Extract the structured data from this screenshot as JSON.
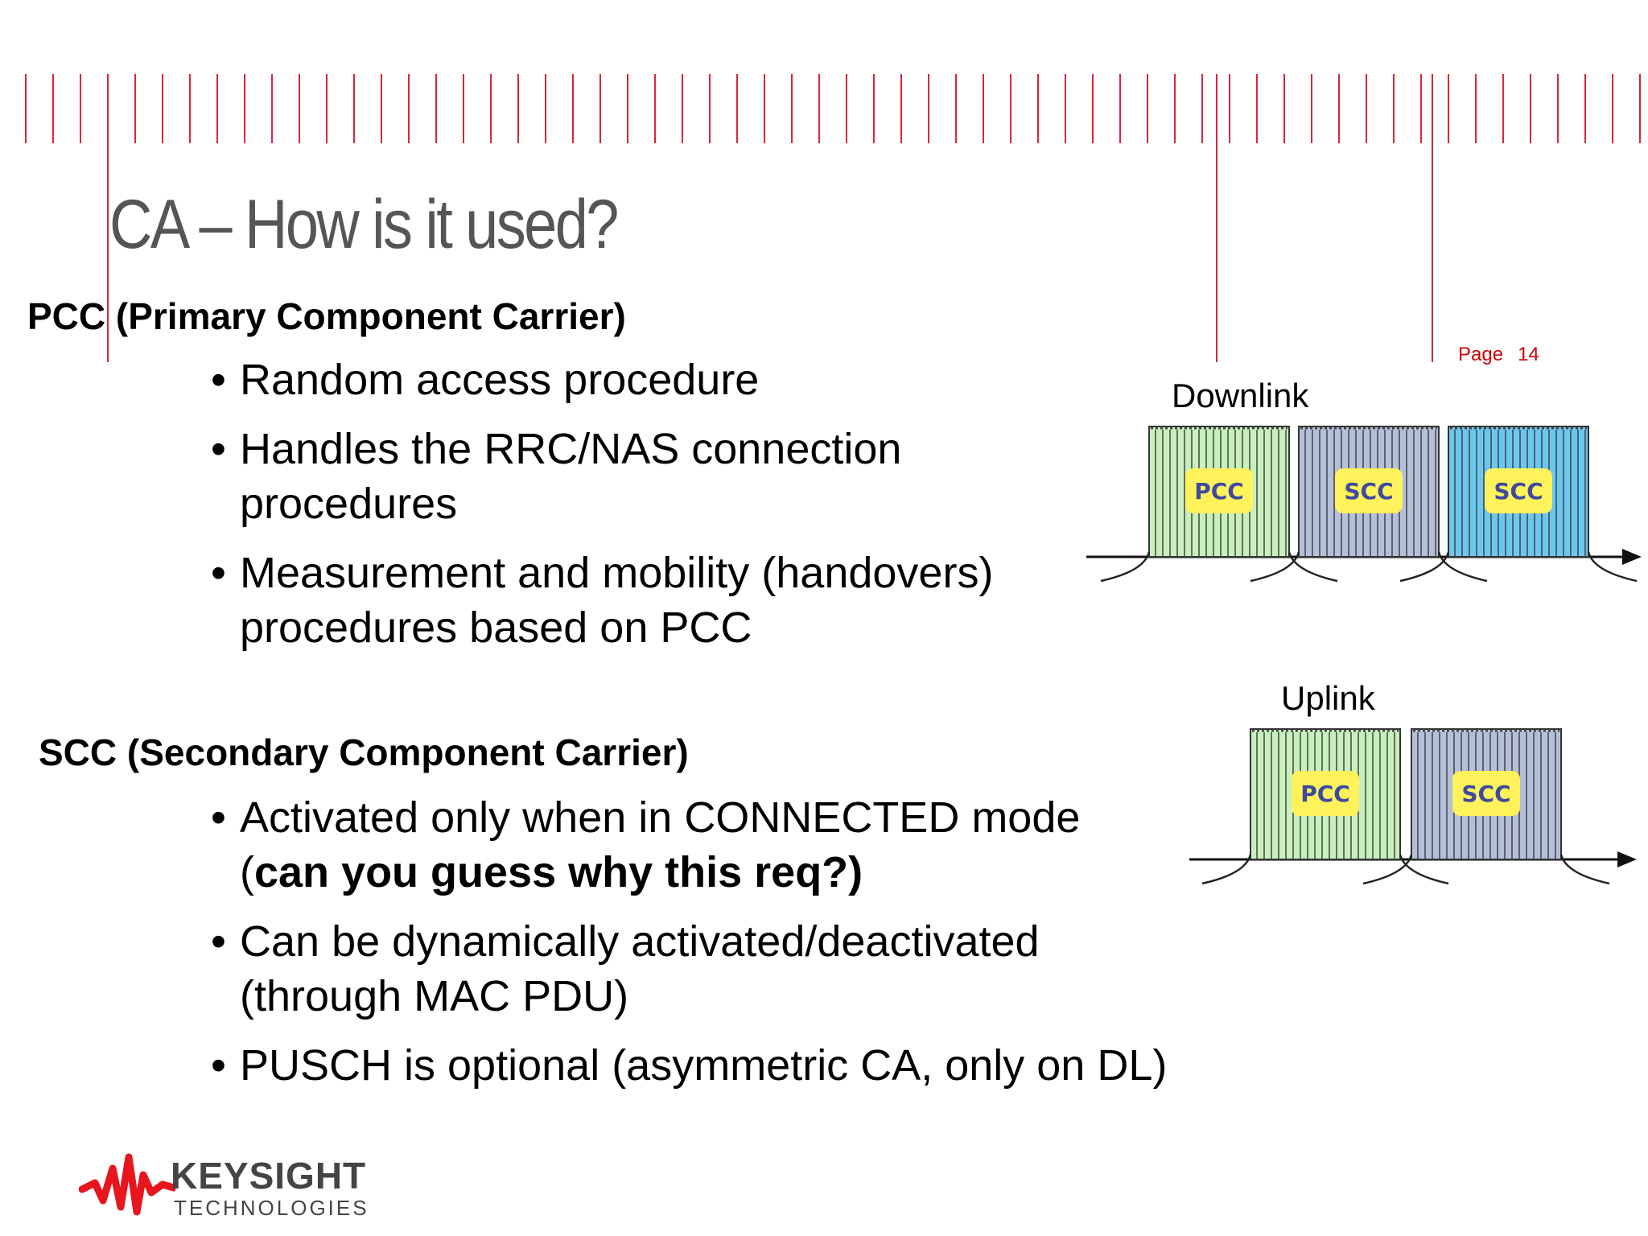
{
  "slide": {
    "title": "CA – How is it used?",
    "page_label": "Page",
    "page_number": "14"
  },
  "pcc": {
    "heading": "PCC (Primary Component Carrier)",
    "bullets": [
      "Random access procedure",
      "Handles the RRC/NAS connection procedures",
      "Measurement and mobility (handovers) procedures based on PCC"
    ]
  },
  "scc": {
    "heading": "SCC (Secondary Component Carrier)",
    "bullet1_text": "Activated only when in CONNECTED mode (",
    "bullet1_bold": "can you guess why this req?)",
    "bullets": [
      "Can be dynamically activated/deactivated (through MAC PDU)",
      "PUSCH is optional (asymmetric CA, only on DL)"
    ]
  },
  "diagram": {
    "downlink_label": "Downlink",
    "uplink_label": "Uplink",
    "downlink_carriers": [
      {
        "label": "PCC",
        "color": "#c8f0bc"
      },
      {
        "label": "SCC",
        "color": "#b4bfd9"
      },
      {
        "label": "SCC",
        "color": "#6cc7ef"
      }
    ],
    "uplink_carriers": [
      {
        "label": "PCC",
        "color": "#c8f0bc"
      },
      {
        "label": "SCC",
        "color": "#b4bfd9"
      }
    ],
    "badge_color": "#fff25a",
    "badge_text_color": "#3d4aa0"
  },
  "logo": {
    "name": "KEYSIGHT",
    "sub": "TECHNOLOGIES",
    "color": "#e8151f"
  },
  "accent_color": "#d7263d"
}
